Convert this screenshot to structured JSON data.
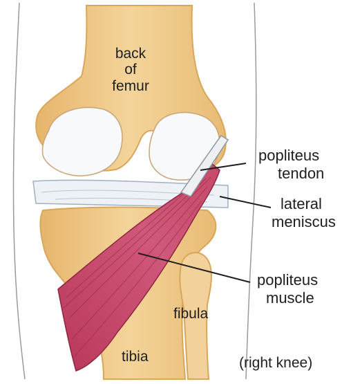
{
  "labels": {
    "femur_line1": "back",
    "femur_line2": "of",
    "femur_line3": "femur",
    "popliteus_tendon_line1": "popliteus",
    "popliteus_tendon_line2": "tendon",
    "lateral_meniscus_line1": "lateral",
    "lateral_meniscus_line2": "meniscus",
    "popliteus_muscle_line1": "popliteus",
    "popliteus_muscle_line2": "muscle",
    "fibula": "fibula",
    "tibia": "tibia",
    "caption": "(right knee)"
  },
  "colors": {
    "bone": "#f0cc8e",
    "bone_shade": "#d9a65a",
    "cartilage": "#f7f9fb",
    "muscle": "#c94a6a",
    "muscle_dark": "#8e2540",
    "skin_outline": "#9a9a9a",
    "leader_line": "#1e1e1e"
  }
}
